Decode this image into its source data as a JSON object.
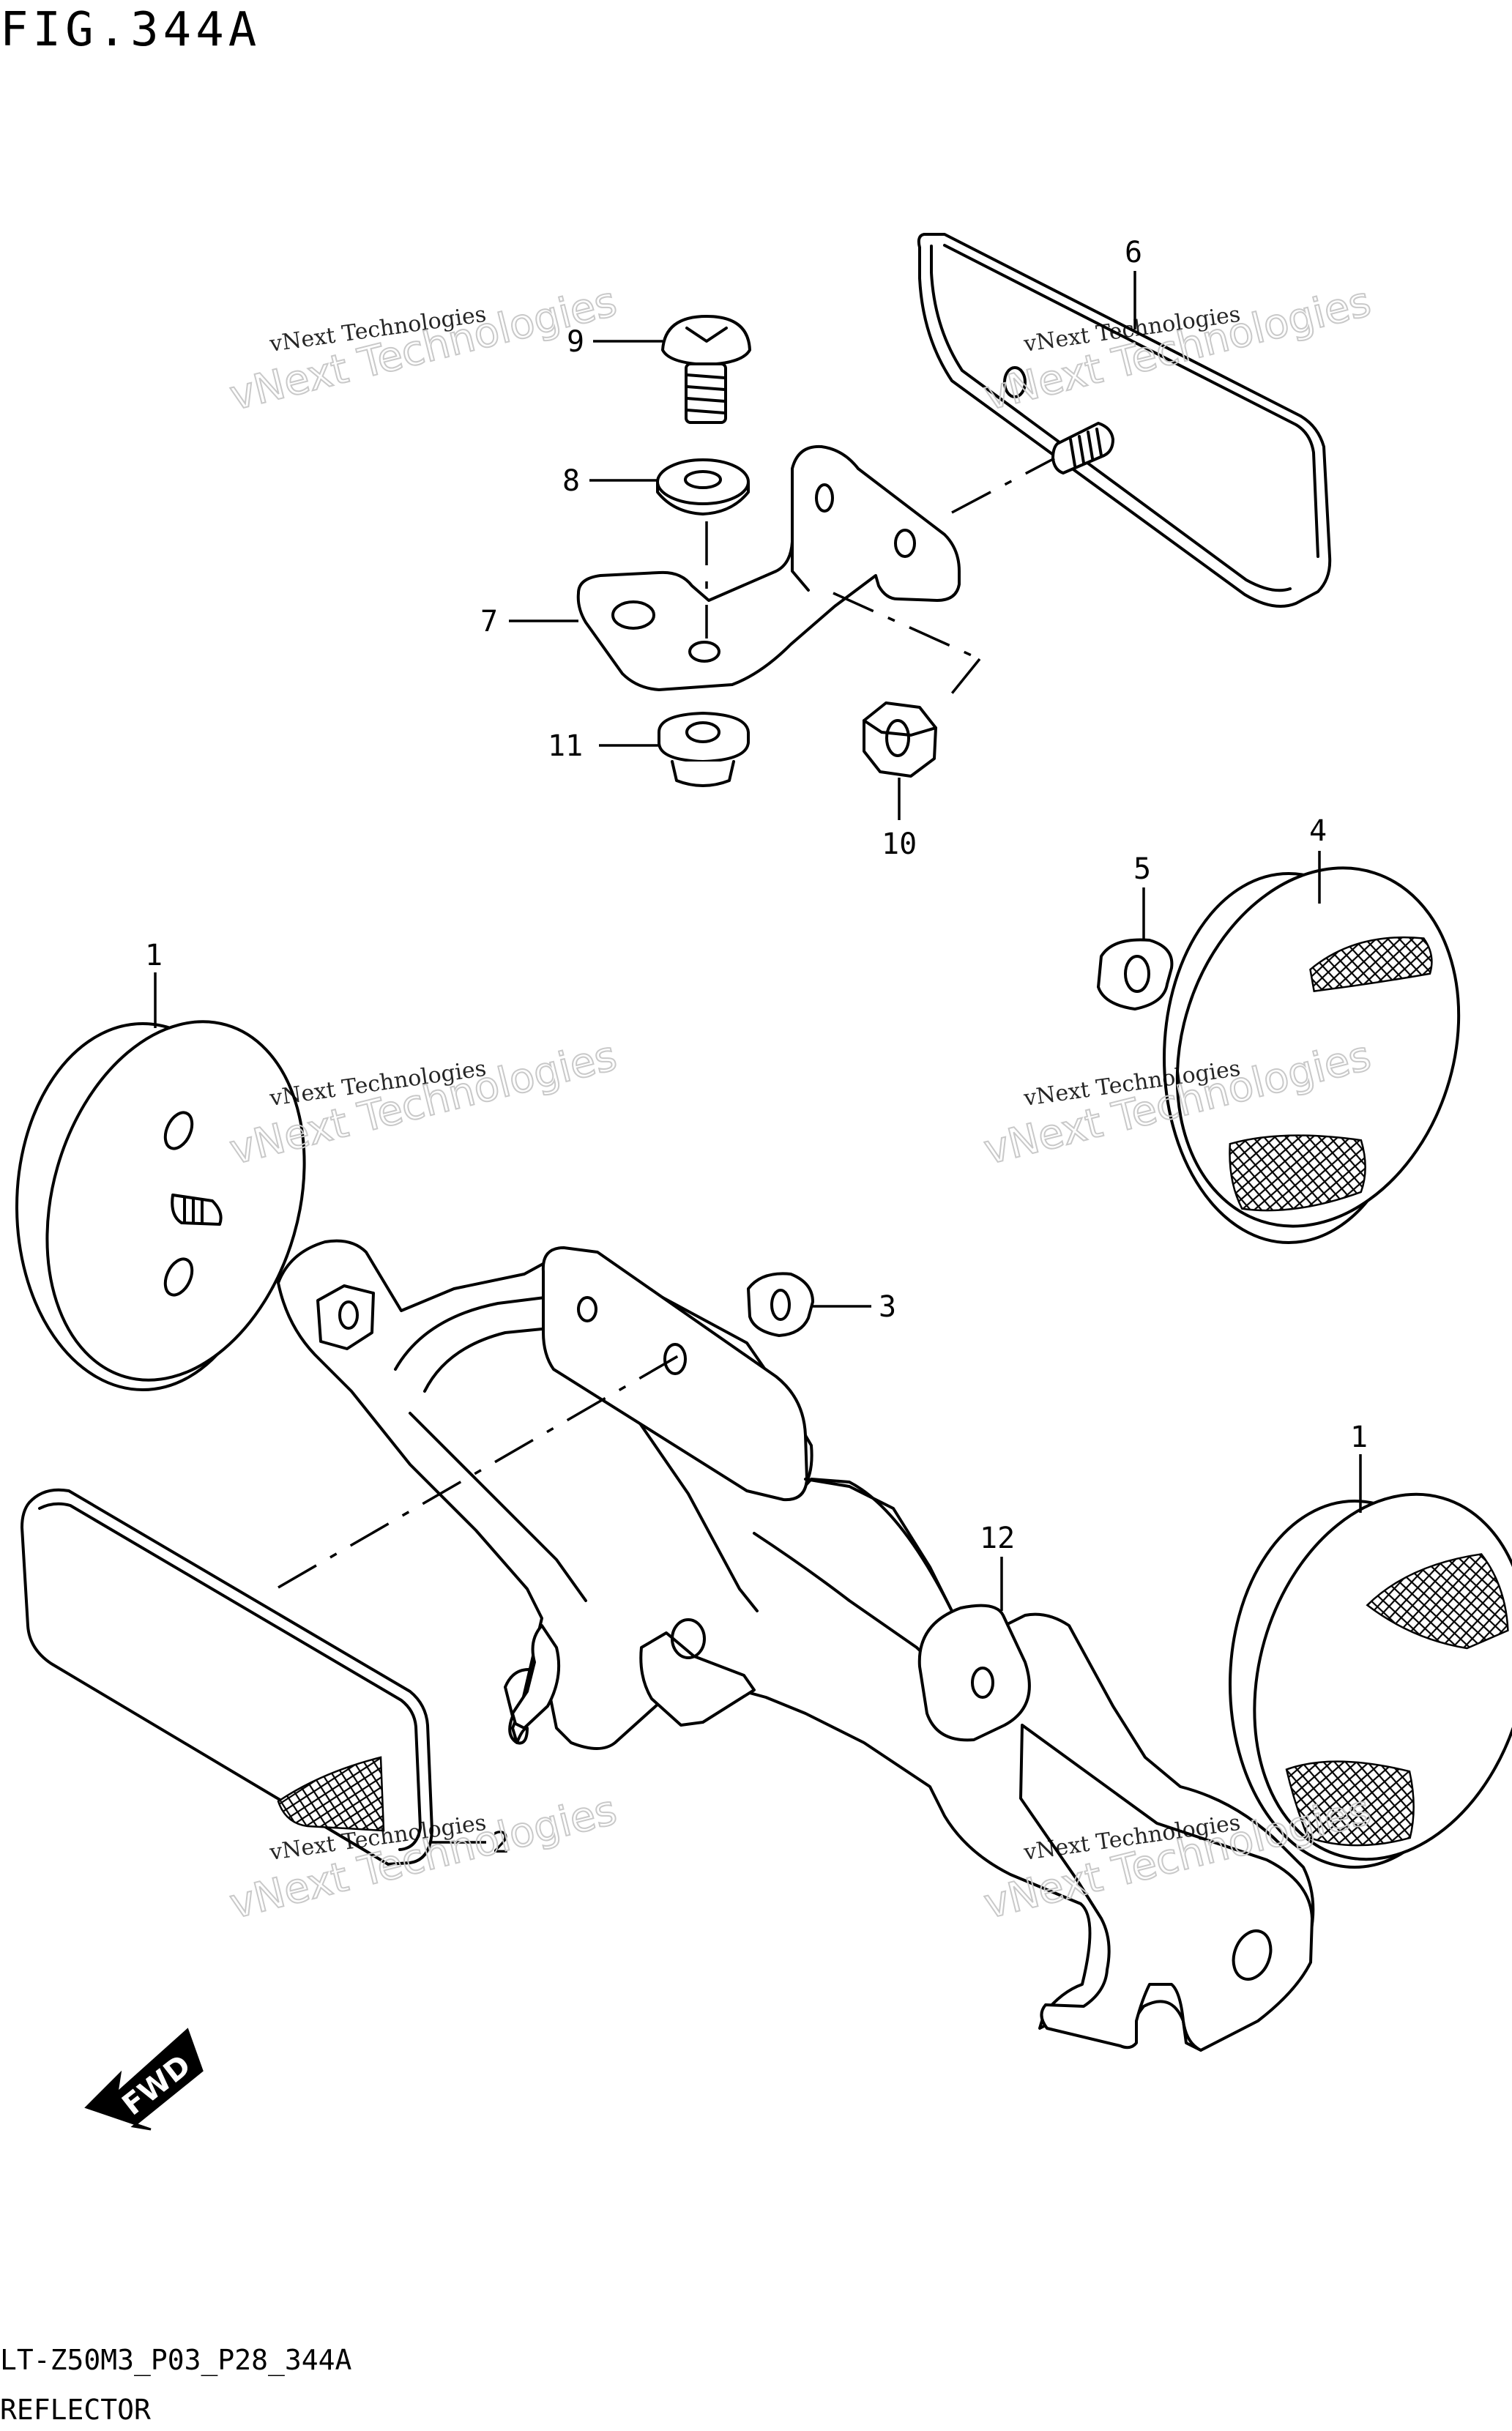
{
  "figure": {
    "title": "FIG.344A",
    "code": "LT-Z50M3_P03_P28_344A",
    "name": "REFLECTOR"
  },
  "watermark": {
    "line1": "vNext Technologies",
    "line2": "vNext Technologies"
  },
  "direction_marker": "FWD",
  "callouts": {
    "c1a": "1",
    "c1b": "1",
    "c2": "2",
    "c3": "3",
    "c4": "4",
    "c5": "5",
    "c6": "6",
    "c7": "7",
    "c8": "8",
    "c9": "9",
    "c10": "10",
    "c11": "11",
    "c12": "12"
  }
}
